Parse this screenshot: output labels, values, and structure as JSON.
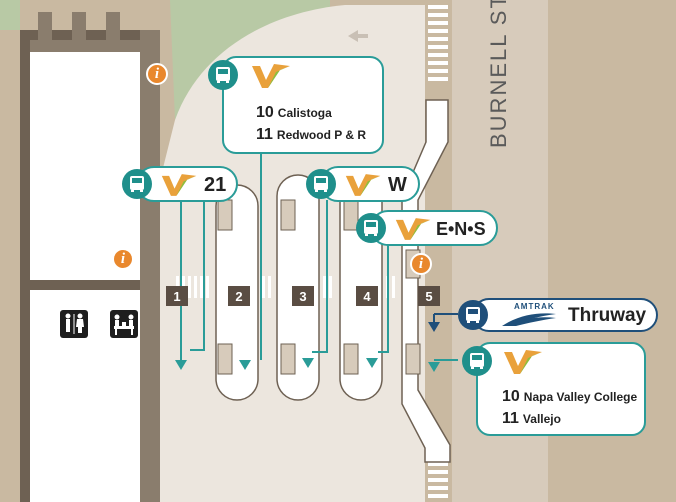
{
  "street": {
    "name": "BURNELL ST"
  },
  "bays": [
    "1",
    "2",
    "3",
    "4",
    "5"
  ],
  "callouts": {
    "top": {
      "routes": [
        {
          "num": "10",
          "name": "Calistoga"
        },
        {
          "num": "11",
          "name": "Redwood P & R"
        }
      ]
    },
    "route21": {
      "label": "21"
    },
    "routeW": {
      "label": "W"
    },
    "routeENS": {
      "label": "E•N•S"
    },
    "amtrak": {
      "brand": "AMTRAK",
      "label": "Thruway"
    },
    "bottom": {
      "routes": [
        {
          "num": "10",
          "name": "Napa Valley College"
        },
        {
          "num": "11",
          "name": "Vallejo"
        }
      ]
    }
  },
  "icons": {
    "info": "i",
    "bus": "bus-icon",
    "vine_logo": "vine-logo-icon",
    "amtrak_logo": "amtrak-logo-icon",
    "restroom": "restroom-icon",
    "waiting_area": "waiting-area-icon"
  },
  "colors": {
    "teal": "#2a9c98",
    "navy": "#1f4f7a",
    "orange": "#e9882d",
    "building": "#6e6153",
    "plaza": "#ece6de",
    "grass": "#b8c9a5",
    "road": "#d7cbbb",
    "bay_marker": "#5a4d43"
  }
}
